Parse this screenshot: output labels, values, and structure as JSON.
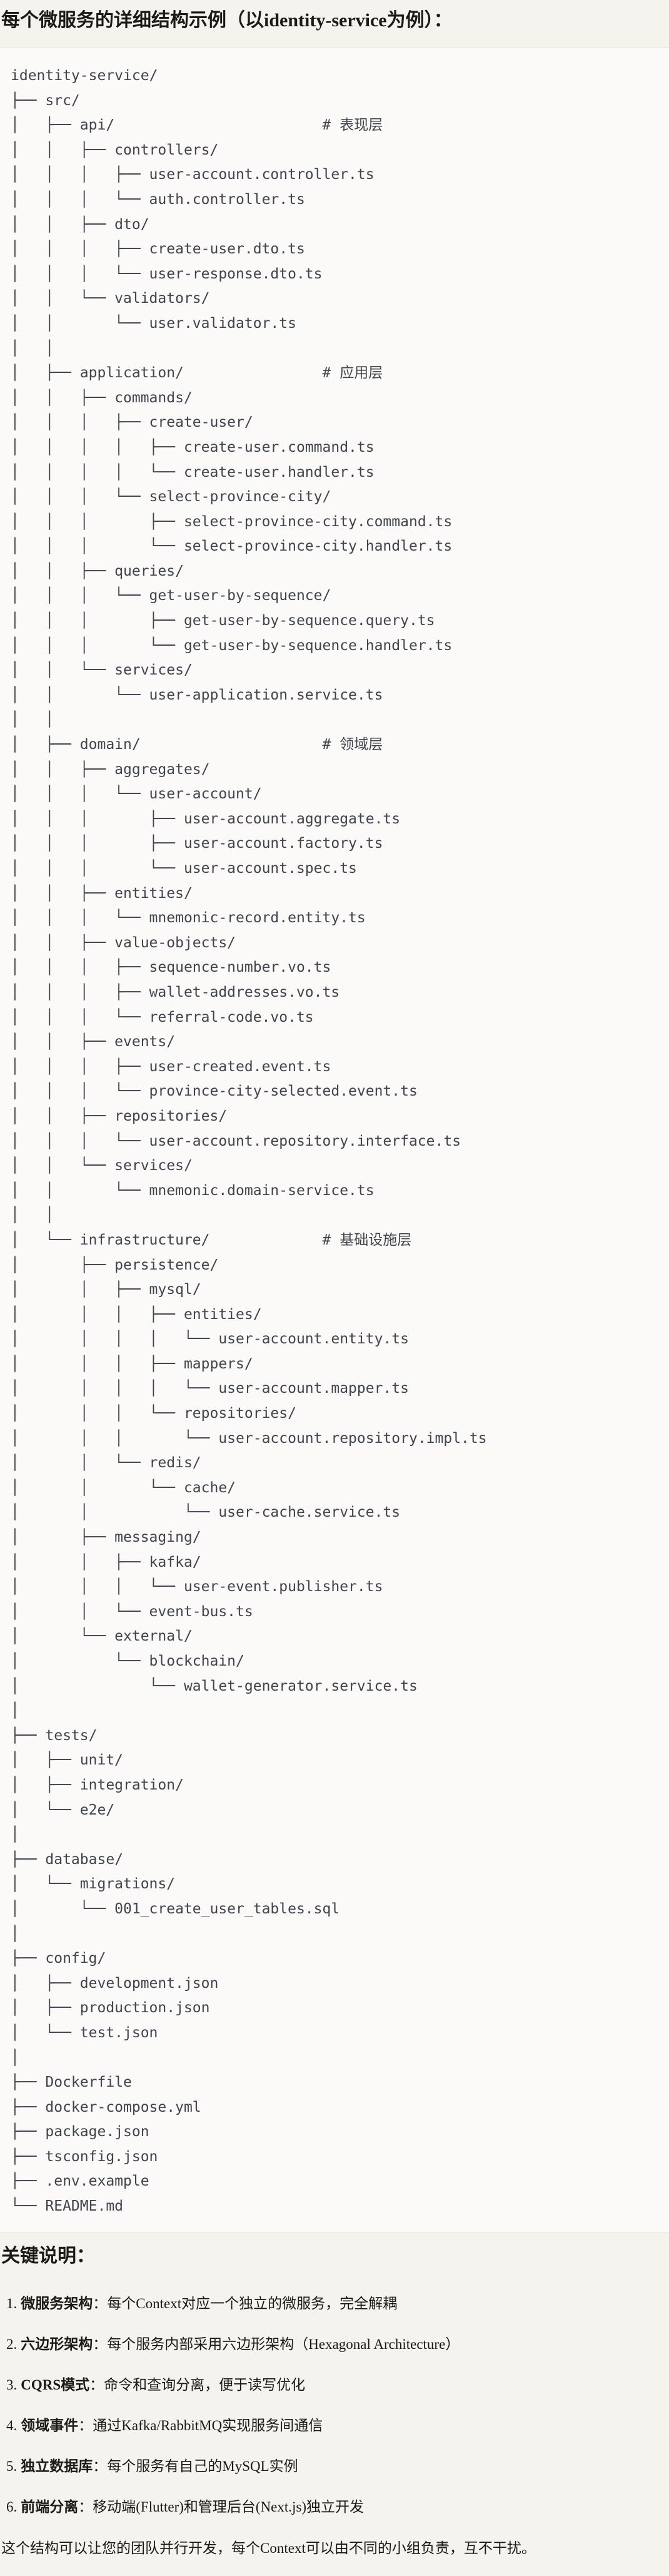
{
  "theme": {
    "page_bg": "#f5f3ee",
    "code_bg": "#fbfaf8",
    "border_color": "#e3e1da",
    "text_color": "#1a1a17",
    "tree_color": "#3f444d"
  },
  "header": {
    "title": "每个微服务的详细结构示例（以identity-service为例）："
  },
  "tree": {
    "lines": [
      "identity-service/",
      "├── src/",
      "│   ├── api/                        # 表现层",
      "│   │   ├── controllers/",
      "│   │   │   ├── user-account.controller.ts",
      "│   │   │   └── auth.controller.ts",
      "│   │   ├── dto/",
      "│   │   │   ├── create-user.dto.ts",
      "│   │   │   └── user-response.dto.ts",
      "│   │   └── validators/",
      "│   │       └── user.validator.ts",
      "│   │",
      "│   ├── application/                # 应用层",
      "│   │   ├── commands/",
      "│   │   │   ├── create-user/",
      "│   │   │   │   ├── create-user.command.ts",
      "│   │   │   │   └── create-user.handler.ts",
      "│   │   │   └── select-province-city/",
      "│   │   │       ├── select-province-city.command.ts",
      "│   │   │       └── select-province-city.handler.ts",
      "│   │   ├── queries/",
      "│   │   │   └── get-user-by-sequence/",
      "│   │   │       ├── get-user-by-sequence.query.ts",
      "│   │   │       └── get-user-by-sequence.handler.ts",
      "│   │   └── services/",
      "│   │       └── user-application.service.ts",
      "│   │",
      "│   ├── domain/                     # 领域层",
      "│   │   ├── aggregates/",
      "│   │   │   └── user-account/",
      "│   │   │       ├── user-account.aggregate.ts",
      "│   │   │       ├── user-account.factory.ts",
      "│   │   │       └── user-account.spec.ts",
      "│   │   ├── entities/",
      "│   │   │   └── mnemonic-record.entity.ts",
      "│   │   ├── value-objects/",
      "│   │   │   ├── sequence-number.vo.ts",
      "│   │   │   ├── wallet-addresses.vo.ts",
      "│   │   │   └── referral-code.vo.ts",
      "│   │   ├── events/",
      "│   │   │   ├── user-created.event.ts",
      "│   │   │   └── province-city-selected.event.ts",
      "│   │   ├── repositories/",
      "│   │   │   └── user-account.repository.interface.ts",
      "│   │   └── services/",
      "│   │       └── mnemonic.domain-service.ts",
      "│   │",
      "│   └── infrastructure/             # 基础设施层",
      "│       ├── persistence/",
      "│       │   ├── mysql/",
      "│       │   │   ├── entities/",
      "│       │   │   │   └── user-account.entity.ts",
      "│       │   │   ├── mappers/",
      "│       │   │   │   └── user-account.mapper.ts",
      "│       │   │   └── repositories/",
      "│       │   │       └── user-account.repository.impl.ts",
      "│       │   └── redis/",
      "│       │       └── cache/",
      "│       │           └── user-cache.service.ts",
      "│       ├── messaging/",
      "│       │   ├── kafka/",
      "│       │   │   └── user-event.publisher.ts",
      "│       │   └── event-bus.ts",
      "│       └── external/",
      "│           └── blockchain/",
      "│               └── wallet-generator.service.ts",
      "│",
      "├── tests/",
      "│   ├── unit/",
      "│   ├── integration/",
      "│   └── e2e/",
      "│",
      "├── database/",
      "│   └── migrations/",
      "│       └── 001_create_user_tables.sql",
      "│",
      "├── config/",
      "│   ├── development.json",
      "│   ├── production.json",
      "│   └── test.json",
      "│",
      "├── Dockerfile",
      "├── docker-compose.yml",
      "├── package.json",
      "├── tsconfig.json",
      "├── .env.example",
      "└── README.md"
    ]
  },
  "notes": {
    "heading": "关键说明：",
    "items": [
      {
        "num": "1.",
        "term": "微服务架构",
        "rest": "：每个Context对应一个独立的微服务，完全解耦"
      },
      {
        "num": "2.",
        "term": "六边形架构",
        "rest": "：每个服务内部采用六边形架构（Hexagonal Architecture）"
      },
      {
        "num": "3.",
        "term": "CQRS模式",
        "rest": "：命令和查询分离，便于读写优化"
      },
      {
        "num": "4.",
        "term": "领域事件",
        "rest": "：通过Kafka/RabbitMQ实现服务间通信"
      },
      {
        "num": "5.",
        "term": "独立数据库",
        "rest": "：每个服务有自己的MySQL实例"
      },
      {
        "num": "6.",
        "term": "前端分离",
        "rest": "：移动端(Flutter)和管理后台(Next.js)独立开发"
      }
    ],
    "closing": "这个结构可以让您的团队并行开发，每个Context可以由不同的小组负责，互不干扰。"
  }
}
